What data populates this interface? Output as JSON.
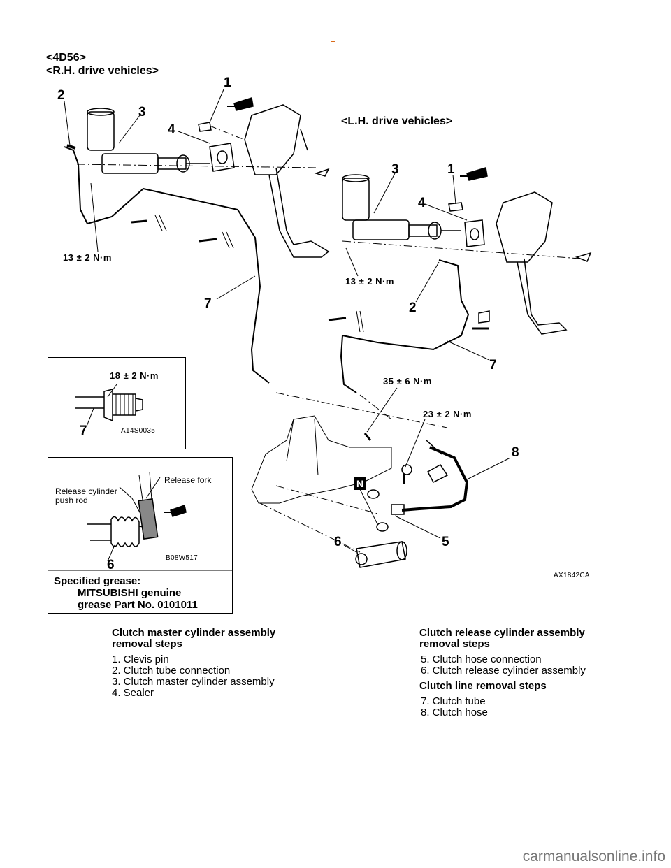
{
  "header": {
    "engine": "<4D56>",
    "rh_label": "<R.H. drive vehicles>",
    "lh_label": "<L.H. drive vehicles>"
  },
  "callouts": {
    "rh_1": "1",
    "rh_2": "2",
    "rh_3": "3",
    "rh_4": "4",
    "rh_7": "7",
    "lh_1": "1",
    "lh_2": "2",
    "lh_3": "3",
    "lh_4": "4",
    "lh_7": "7",
    "n5": "5",
    "n6": "6",
    "n8": "8"
  },
  "torques": {
    "rh_13": "13 ± 2 N·m",
    "lh_13": "13 ± 2 N·m",
    "t35": "35 ± 6 N·m",
    "t23": "23 ± 2 N·m"
  },
  "inset1": {
    "torque": "18 ± 2 N·m",
    "callout": "7",
    "code": "A14S0035"
  },
  "inset2": {
    "release_fork": "Release fork",
    "push_rod_line1": "Release cylinder",
    "push_rod_line2": "push rod",
    "callout": "6",
    "code": "B08W517",
    "grease_title": "Specified grease:",
    "grease_line1": "MITSUBISHI genuine",
    "grease_line2": "grease Part No. 0101011"
  },
  "badge_n": "N",
  "figure_code": "AX1842CA",
  "steps": {
    "master_title_1": "Clutch master cylinder assembly",
    "master_title_2": "removal steps",
    "master_items": [
      "1. Clevis pin",
      "2. Clutch tube connection",
      "3. Clutch master cylinder assembly",
      "4. Sealer"
    ],
    "release_title_1": "Clutch release cylinder assembly",
    "release_title_2": "removal steps",
    "release_items": [
      "5. Clutch hose connection",
      "6. Clutch release cylinder assembly"
    ],
    "line_title": "Clutch line removal steps",
    "line_items": [
      "7. Clutch tube",
      "8. Clutch hose"
    ]
  },
  "watermark": "carmanualsonline.info"
}
